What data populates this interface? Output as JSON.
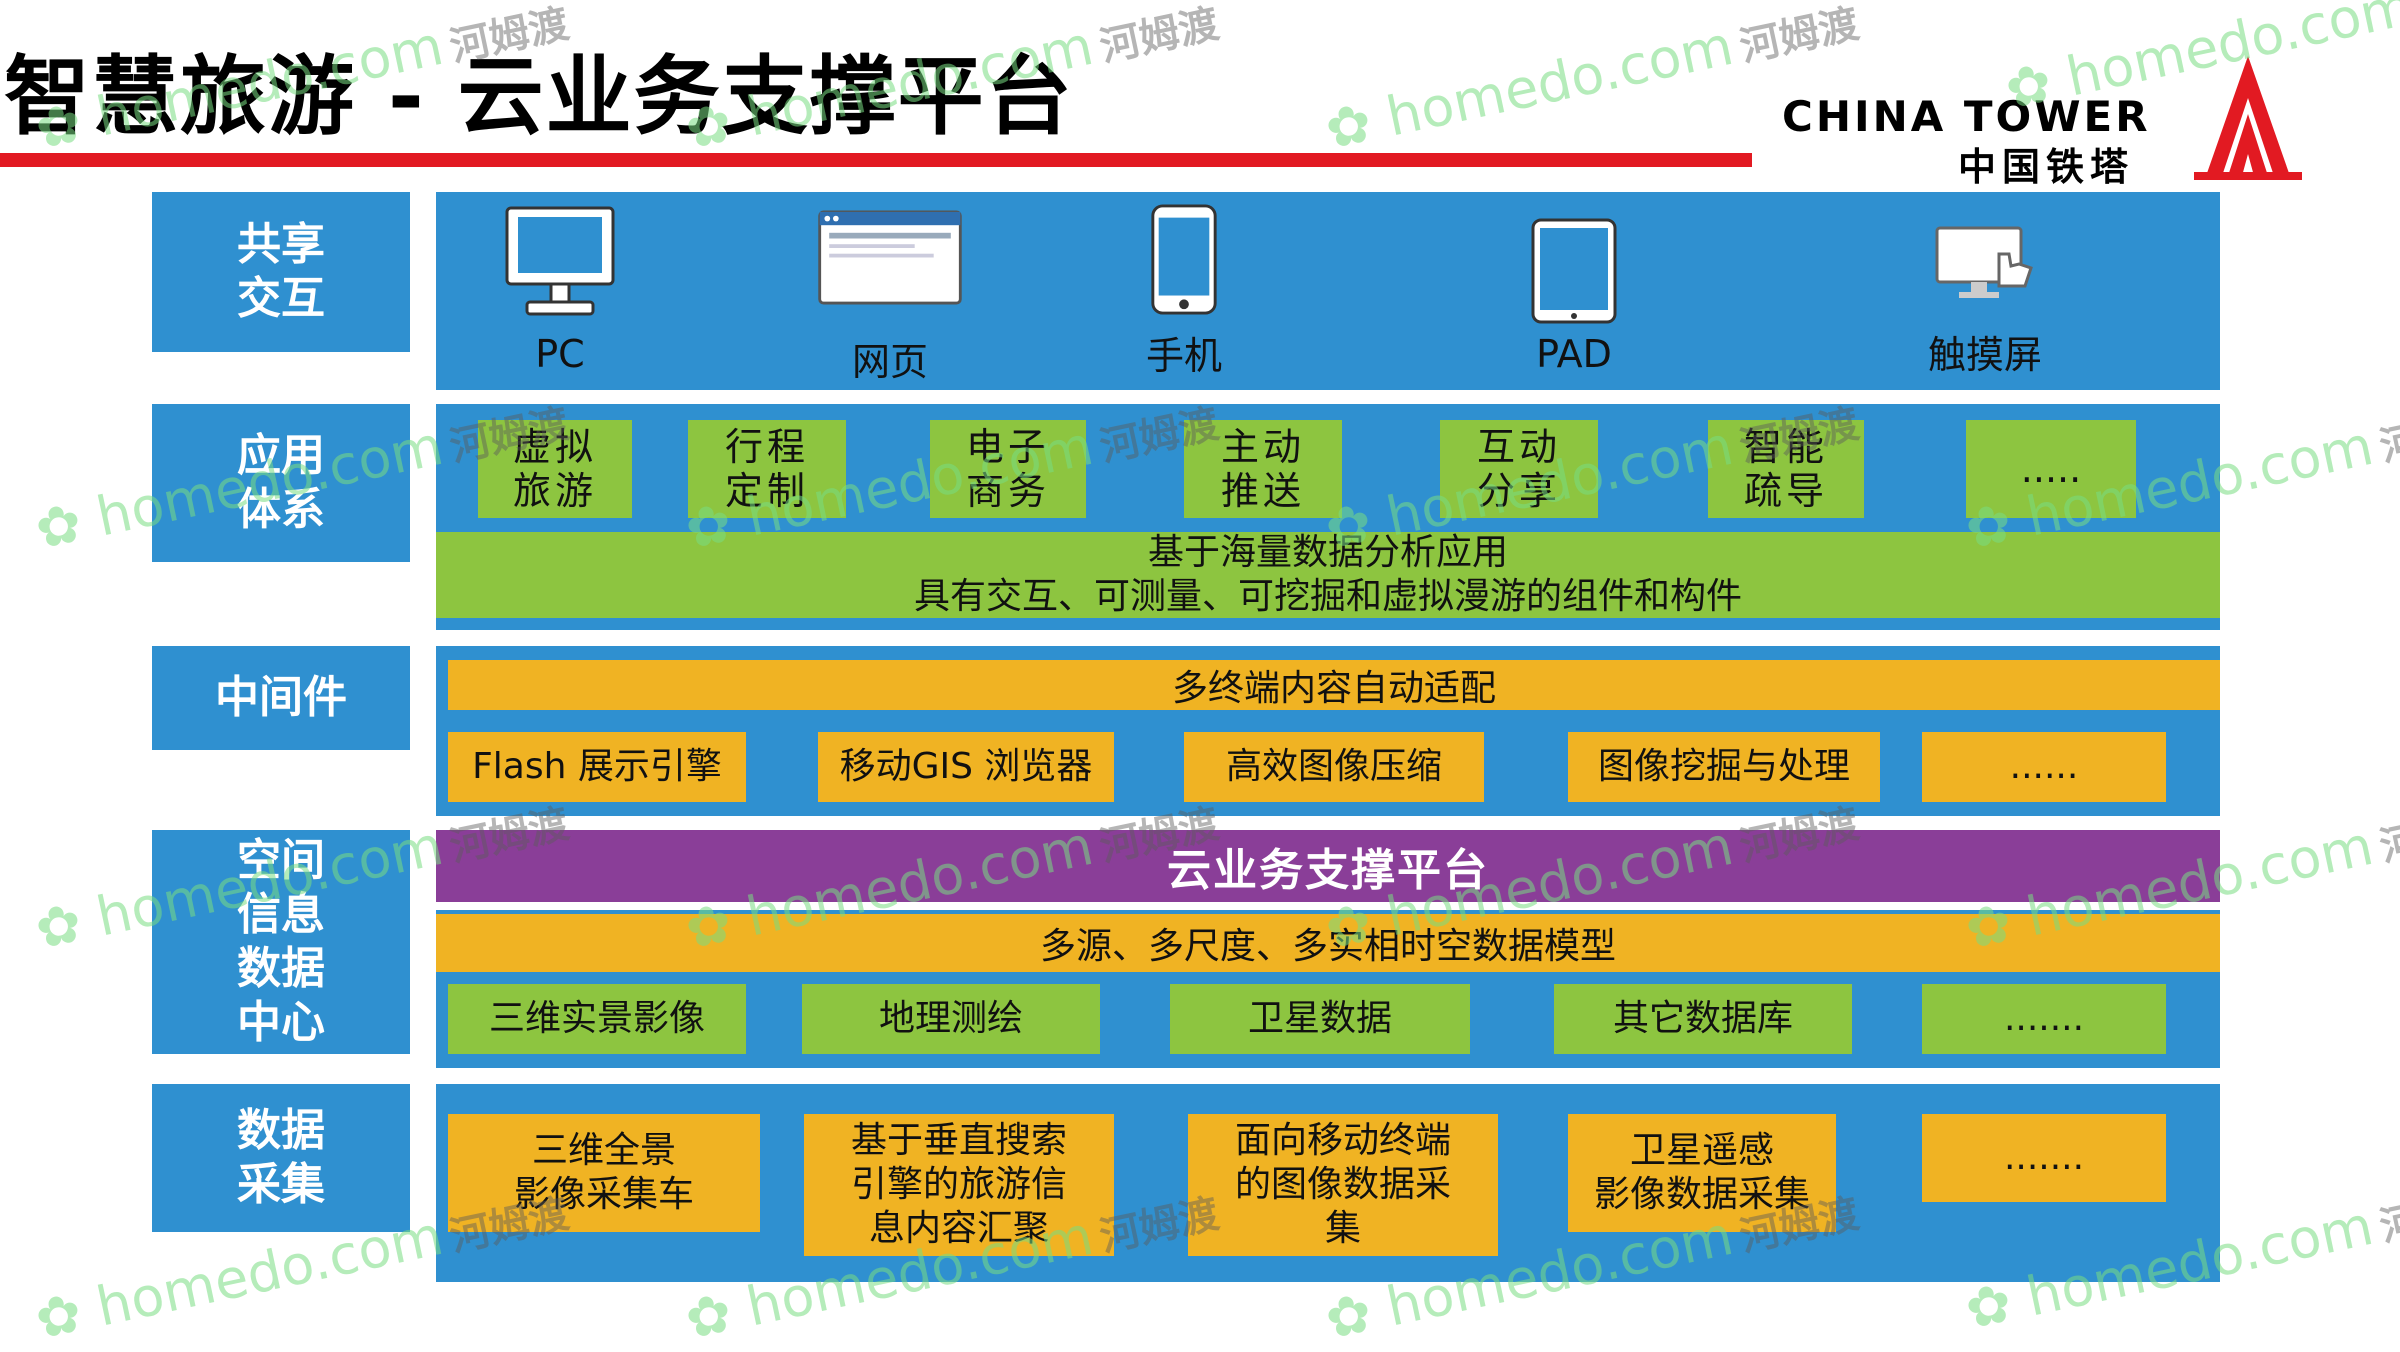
{
  "header": {
    "title": "智慧旅游 - 云业务支撑平台",
    "logo_en": "CHINA TOWER",
    "logo_cn": "中国铁塔"
  },
  "rows": {
    "sharing": {
      "label": "共享\n交互",
      "terminals": [
        "PC",
        "网页",
        "手机",
        "PAD",
        "触摸屏"
      ]
    },
    "application": {
      "label": "应用\n体系",
      "items": [
        "虚拟\n旅游",
        "行程\n定制",
        "电子\n商务",
        "主动\n推送",
        "互动\n分享",
        "智能\n疏导",
        "....."
      ],
      "bar_line1": "基于海量数据分析应用",
      "bar_line2": "具有交互、可测量、可挖掘和虚拟漫游的组件和构件"
    },
    "middleware": {
      "label": "中间件",
      "top_bar": "多终端内容自动适配",
      "items": [
        "Flash 展示引擎",
        "移动GIS 浏览器",
        "高效图像压缩",
        "图像挖掘与处理",
        "......"
      ]
    },
    "platform": {
      "bar": "云业务支撑平台"
    },
    "spatial": {
      "label": "空间\n信息\n数据\n中心",
      "top_bar": "多源、多尺度、多实相时空数据模型",
      "items": [
        "三维实景影像",
        "地理测绘",
        "卫星数据",
        "其它数据库",
        "......."
      ]
    },
    "collection": {
      "label": "数据\n采集",
      "items": [
        "三维全景\n影像采集车",
        "基于垂直搜索\n引擎的旅游信\n息内容汇聚",
        "面向移动终端\n的图像数据采\n集",
        "卫星遥感\n影像数据采集",
        "......."
      ]
    }
  },
  "watermark": {
    "site": "homedo.com",
    "brand": "河姆渡"
  },
  "colors": {
    "blue": "#2f90d0",
    "green": "#8dc540",
    "orange": "#f0b323",
    "purple": "#8a3e98",
    "red": "#e21a22"
  }
}
